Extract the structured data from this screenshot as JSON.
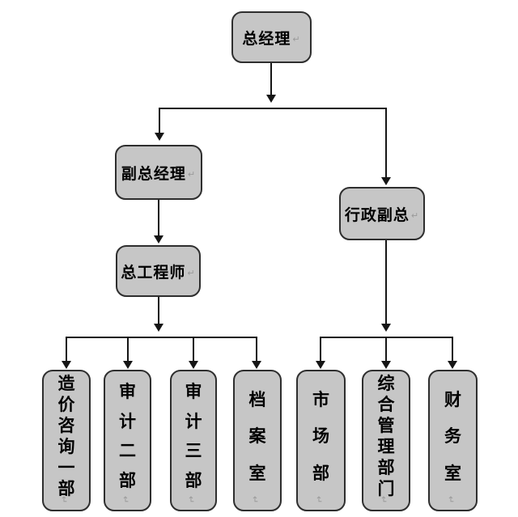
{
  "diagram": {
    "type": "org-chart",
    "return_mark": "↵",
    "colors": {
      "node_fill": "#c6c6c6",
      "node_border": "#2e2e2e",
      "connector_line": "#151515",
      "text": "#000000",
      "return_mark": "#9a9a9a"
    },
    "nodes": {
      "general_manager": {
        "label": "总经理"
      },
      "deputy_general_manager": {
        "label": "副总经理"
      },
      "admin_vp": {
        "label": "行政副总"
      },
      "chief_engineer": {
        "label": "总工程师"
      },
      "cost_consulting_dept1": {
        "label": "造价咨询一部"
      },
      "audit_dept2": {
        "label": "审计二部"
      },
      "audit_dept3": {
        "label": "审计三部"
      },
      "archives_room": {
        "label": "档案室"
      },
      "market_dept": {
        "label": "市场部"
      },
      "general_mgmt_dept": {
        "label": "综合管理部门"
      },
      "finance_room": {
        "label": "财务室"
      }
    },
    "edges": [
      {
        "from": "general_manager",
        "to": "deputy_general_manager"
      },
      {
        "from": "general_manager",
        "to": "admin_vp"
      },
      {
        "from": "deputy_general_manager",
        "to": "chief_engineer"
      },
      {
        "from": "chief_engineer",
        "to": "cost_consulting_dept1"
      },
      {
        "from": "chief_engineer",
        "to": "audit_dept2"
      },
      {
        "from": "chief_engineer",
        "to": "audit_dept3"
      },
      {
        "from": "chief_engineer",
        "to": "archives_room"
      },
      {
        "from": "admin_vp",
        "to": "market_dept"
      },
      {
        "from": "admin_vp",
        "to": "general_mgmt_dept"
      },
      {
        "from": "admin_vp",
        "to": "finance_room"
      }
    ]
  }
}
